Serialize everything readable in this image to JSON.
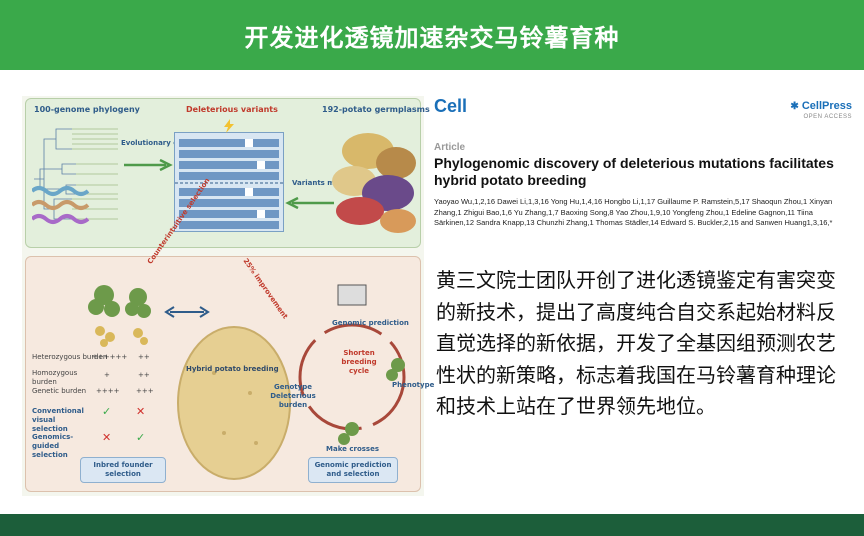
{
  "header": {
    "title": "开发进化透镜加速杂交马铃薯育种"
  },
  "abstract": {
    "top_labels": {
      "phylogeny": "100-genome phylogeny",
      "deleterious": "Deleterious variants",
      "germplasms": "192-potato germplasms",
      "evolutionary": "Evolutionary constraint",
      "variants_map": "Variants map"
    },
    "bottom_labels": {
      "counterintuitive": "Counterintuitive selection",
      "improvement": "25% improvement",
      "hybrid": "Hybrid potato breeding",
      "genomic_prediction": "Genomic prediction",
      "shorten": "Shorten breeding cycle",
      "phenotype": "Phenotype",
      "genotype": "Genotype Deleterious burden",
      "make_crosses": "Make crosses",
      "heterozygous": "Heterozygous burden",
      "homozygous": "Homozygous burden",
      "genetic": "Genetic burden",
      "conventional": "Conventional visual selection",
      "genomics_guided": "Genomics-guided selection",
      "inbred_btn": "Inbred founder selection",
      "genomic_btn": "Genomic prediction and selection",
      "het_marks": "++++++",
      "het_marks2": "++",
      "hom_marks": "+",
      "hom_marks2": "++",
      "gen_marks": "++++",
      "gen_marks2": "+++"
    },
    "colors": {
      "top_bg": "#e3efdc",
      "bottom_bg": "#f6e9df",
      "accent": "#2f5c8a"
    }
  },
  "paper": {
    "journal": "Cell",
    "publisher": "CellPress",
    "open_access": "OPEN ACCESS",
    "article_label": "Article",
    "title": "Phylogenomic discovery of deleterious mutations facilitates hybrid potato breeding",
    "authors": "Yaoyao Wu,1,2,16 Dawei Li,1,3,16 Yong Hu,1,4,16 Hongbo Li,1,17 Guillaume P. Ramstein,5,17 Shaoqun Zhou,1 Xinyan Zhang,1 Zhigui Bao,1,6 Yu Zhang,1,7 Baoxing Song,8 Yao Zhou,1,9,10 Yongfeng Zhou,1 Edeline Gagnon,11 Tiina Särkinen,12 Sandra Knapp,13 Chunzhi Zhang,1 Thomas Städler,14 Edward S. Buckler,2,15 and Sanwen Huang1,3,16,*"
  },
  "summary": {
    "text": "黄三文院士团队开创了进化透镜鉴定有害突变的新技术，提出了高度纯合自交系起始材料反直觉选择的新依据，开发了全基因组预测农艺性状的新策略，标志着我国在马铃薯育种理论和技术上站在了世界领先地位。"
  }
}
